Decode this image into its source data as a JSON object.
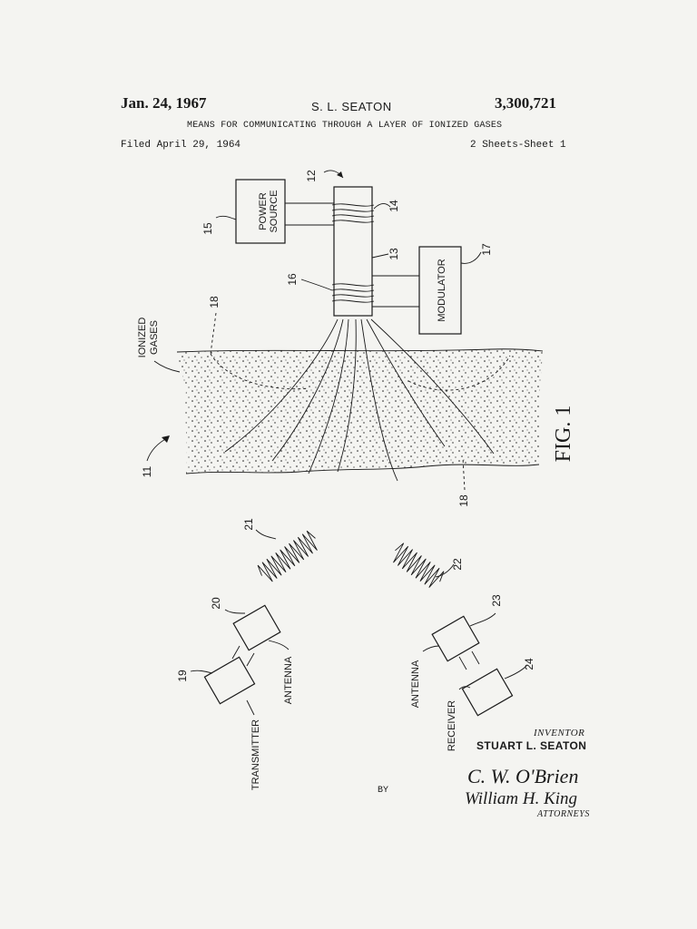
{
  "header": {
    "date": "Jan. 24, 1967",
    "inventor": "S. L. SEATON",
    "patent_number": "3,300,721",
    "title": "MEANS FOR COMMUNICATING THROUGH A LAYER OF IONIZED GASES",
    "filed": "Filed April 29, 1964",
    "sheets": "2 Sheets-Sheet 1"
  },
  "figure": {
    "label": "FIG. 1",
    "components": {
      "power_source_line1": "POWER",
      "power_source_line2": "SOURCE",
      "modulator": "MODULATOR",
      "ionized_line1": "IONIZED",
      "ionized_line2": "GASES",
      "transmitter": "TRANSMITTER",
      "antenna_tx": "ANTENNA",
      "antenna_rx": "ANTENNA",
      "receiver": "RECEIVER"
    },
    "reference_numbers": {
      "n11": "11",
      "n12": "12",
      "n13": "13",
      "n14": "14",
      "n15": "15",
      "n16": "16",
      "n17": "17",
      "n18a": "18",
      "n18b": "18",
      "n19": "19",
      "n20": "20",
      "n21": "21",
      "n22": "22",
      "n23": "23",
      "n24": "24"
    }
  },
  "footer": {
    "inventor_label": "INVENTOR",
    "inventor_name": "STUART L. SEATON",
    "by": "BY",
    "signature_1": "C. W. O'Brien",
    "signature_2": "William H. King",
    "attorneys": "ATTORNEYS"
  }
}
